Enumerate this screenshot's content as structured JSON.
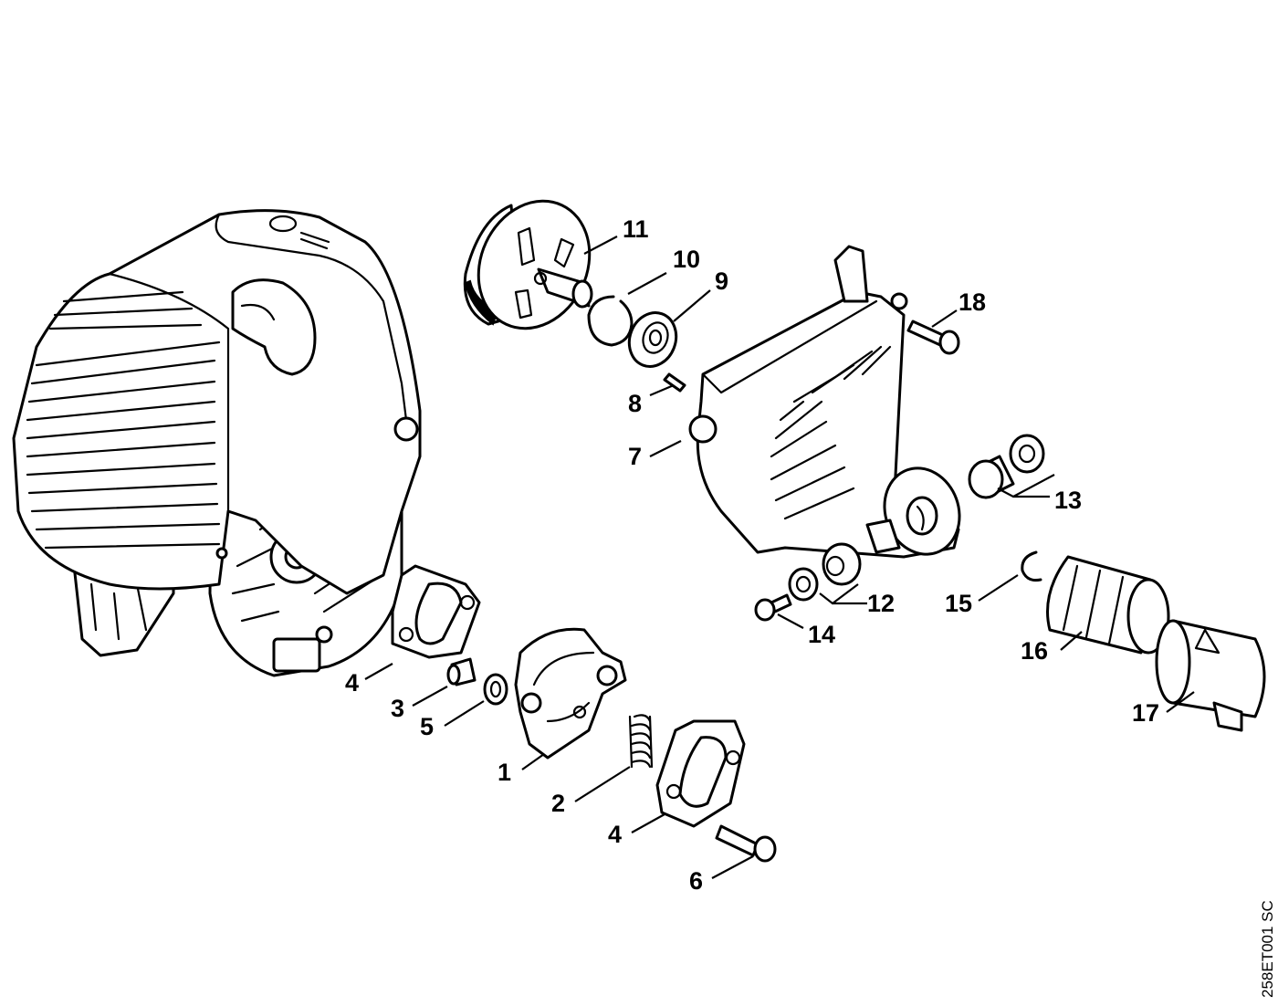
{
  "diagram": {
    "code": "258ET001 SC",
    "callouts": [
      {
        "id": "c11",
        "label": "11"
      },
      {
        "id": "c10",
        "label": "10"
      },
      {
        "id": "c9",
        "label": "9"
      },
      {
        "id": "c8",
        "label": "8"
      },
      {
        "id": "c7",
        "label": "7"
      },
      {
        "id": "c18",
        "label": "18"
      },
      {
        "id": "c13",
        "label": "13"
      },
      {
        "id": "c12",
        "label": "12"
      },
      {
        "id": "c14",
        "label": "14"
      },
      {
        "id": "c15",
        "label": "15"
      },
      {
        "id": "c16",
        "label": "16"
      },
      {
        "id": "c17",
        "label": "17"
      },
      {
        "id": "c4a",
        "label": "4"
      },
      {
        "id": "c3",
        "label": "3"
      },
      {
        "id": "c5",
        "label": "5"
      },
      {
        "id": "c1",
        "label": "1"
      },
      {
        "id": "c2",
        "label": "2"
      },
      {
        "id": "c4b",
        "label": "4"
      },
      {
        "id": "c6",
        "label": "6"
      }
    ]
  }
}
